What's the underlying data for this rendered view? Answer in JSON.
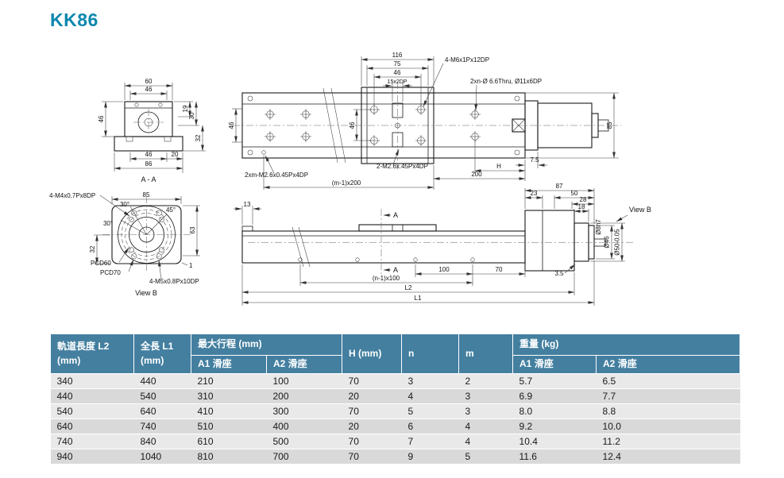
{
  "page": {
    "title": "KK86"
  },
  "colors": {
    "title_accent": "#0b87ae",
    "table_header_bg": "#447fa0",
    "row_light": "#e9e9e9",
    "row_dark": "#d9d9d9",
    "line_color": "#1a1a1a"
  },
  "drawing": {
    "section_aa": {
      "label": "A - A",
      "d60": "60",
      "d46_top": "46",
      "d46_left": "46",
      "d19": "19",
      "d30": "30",
      "d32": "32",
      "d46_bottom": "46",
      "d20": "20",
      "d86": "86"
    },
    "view_b": {
      "label": "View B",
      "callout_m4": "4-M4x0.7Px8DP",
      "d85": "85",
      "a30_1": "30°",
      "a45": "45°",
      "a30_2": "30°",
      "d63": "63",
      "d32": "32",
      "d1": "1",
      "pcd60": "PCD60",
      "pcd70": "PCD70",
      "callout_m5": "4-M5x0.8Px10DP"
    },
    "top_view": {
      "d116": "116",
      "d75": "75",
      "d46": "46",
      "d15": "15x2DP",
      "callout_m6": "4-M6x1Px12DP",
      "callout_thru": "2xn-Ø 6.6Thru, Ø11x6DP",
      "d46_left": "46",
      "d46_mid": "46",
      "d85": "85",
      "d7_5": "7.5",
      "callout_2m26": "2-M2.6x.45Px4DP",
      "d200": "200",
      "dH": "H",
      "callout_2xm": "2xm-M2.6x0.45Px4DP",
      "dm1x200": "(m-1)x200"
    },
    "side_view": {
      "d13": "13",
      "d87": "87",
      "d23": "23",
      "d50": "50",
      "d28": "28",
      "d18": "18",
      "dia8": "Ø8h7",
      "dia46": "Ø46",
      "dia50": "Ø50-0.05",
      "view_b_ref": "View B",
      "d3_5": "3.5",
      "a_top": "A",
      "a_bottom": "A",
      "d100": "100",
      "d70": "70",
      "dn1x100": "(n-1)x100",
      "dL2": "L2",
      "dL1": "L1"
    }
  },
  "table": {
    "header": {
      "col_rail": "軌道長度 L2",
      "col_rail_unit": "(mm)",
      "col_total": "全長 L1",
      "col_total_unit": "(mm)",
      "col_stroke": "最大行程 (mm)",
      "col_stroke_a1": "A1 滑座",
      "col_stroke_a2": "A2 滑座",
      "col_h": "H (mm)",
      "col_n": "n",
      "col_m": "m",
      "col_weight": "重量 (kg)",
      "col_weight_a1": "A1 滑座",
      "col_weight_a2": "A2 滑座"
    },
    "rows": [
      {
        "l2": "340",
        "l1": "440",
        "s_a1": "210",
        "s_a2": "100",
        "h": "70",
        "n": "3",
        "m": "2",
        "w_a1": "5.7",
        "w_a2": "6.5"
      },
      {
        "l2": "440",
        "l1": "540",
        "s_a1": "310",
        "s_a2": "200",
        "h": "20",
        "n": "4",
        "m": "3",
        "w_a1": "6.9",
        "w_a2": "7.7"
      },
      {
        "l2": "540",
        "l1": "640",
        "s_a1": "410",
        "s_a2": "300",
        "h": "70",
        "n": "5",
        "m": "3",
        "w_a1": "8.0",
        "w_a2": "8.8"
      },
      {
        "l2": "640",
        "l1": "740",
        "s_a1": "510",
        "s_a2": "400",
        "h": "20",
        "n": "6",
        "m": "4",
        "w_a1": "9.2",
        "w_a2": "10.0"
      },
      {
        "l2": "740",
        "l1": "840",
        "s_a1": "610",
        "s_a2": "500",
        "h": "70",
        "n": "7",
        "m": "4",
        "w_a1": "10.4",
        "w_a2": "11.2"
      },
      {
        "l2": "940",
        "l1": "1040",
        "s_a1": "810",
        "s_a2": "700",
        "h": "70",
        "n": "9",
        "m": "5",
        "w_a1": "11.6",
        "w_a2": "12.4"
      }
    ]
  }
}
